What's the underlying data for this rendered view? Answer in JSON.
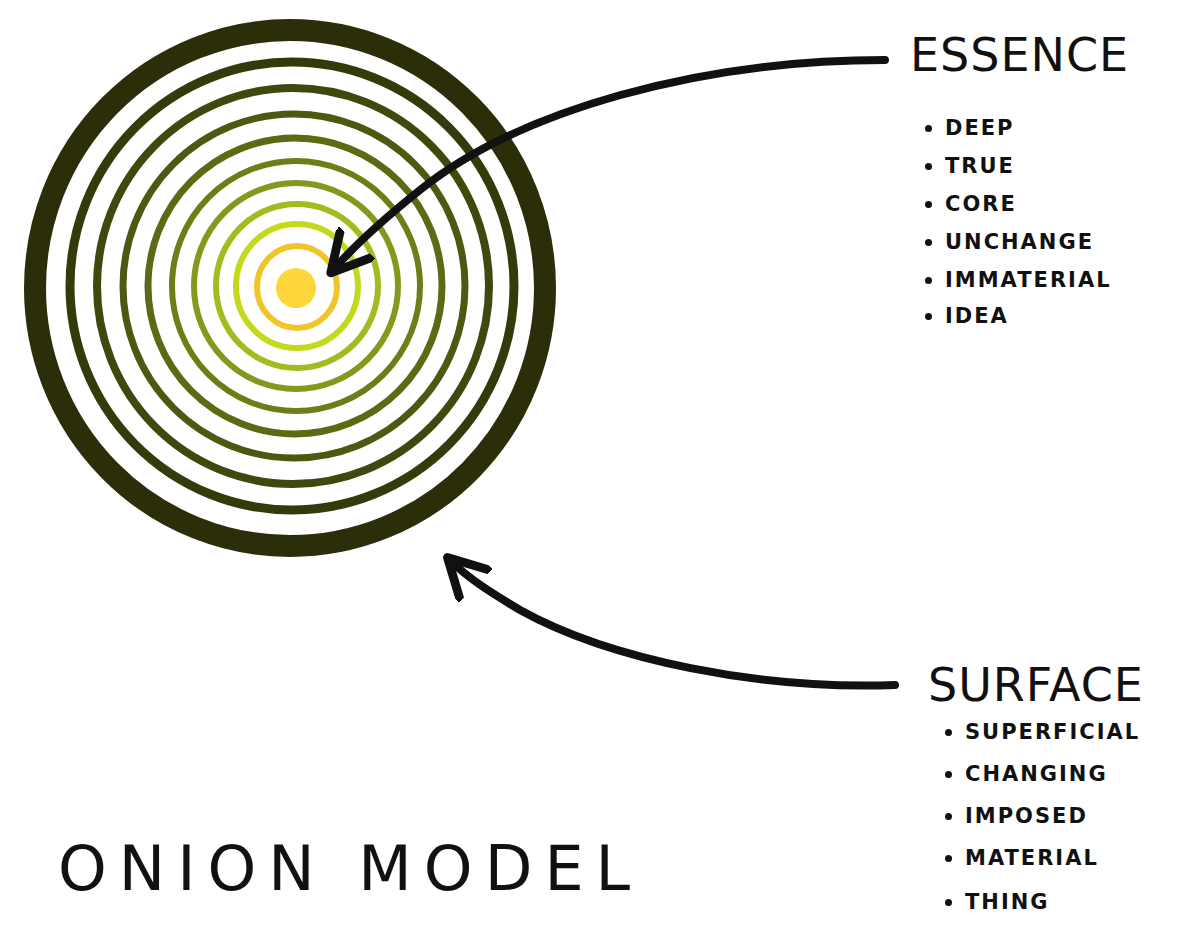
{
  "diagram": {
    "title": "ONION MODEL",
    "labels": [
      "ESSENCE",
      "DEEP",
      "TRUE",
      "CORE",
      "UNCHANGE",
      "IMMATERIAL",
      "IDEA",
      "SURFACE",
      "SUPERFICIAL",
      "CHANGING",
      "IMPOSED",
      "MATERIAL",
      "THING"
    ]
  }
}
